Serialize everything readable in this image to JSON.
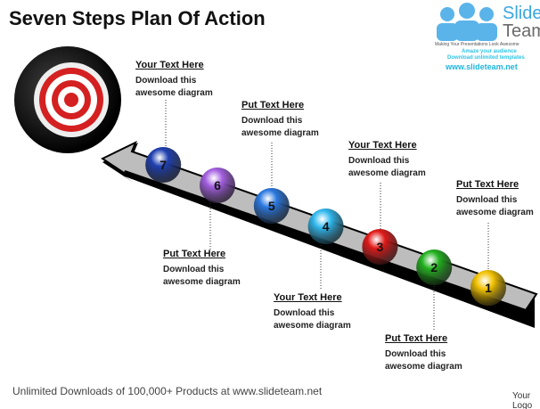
{
  "title": "Seven Steps Plan Of Action",
  "logo": {
    "line1": "Slide",
    "line2": "Team",
    "tagline": "Making Your Presentations Look Awesome",
    "promo1": "Amaze your audience",
    "promo2": "Download unlimited templates",
    "url": "www.slideteam.net"
  },
  "steps": [
    {
      "number": "1",
      "color": "#f2c200",
      "heading": "Put Text Here",
      "desc1": "Download this",
      "desc2": "awesome diagram"
    },
    {
      "number": "2",
      "color": "#22b11e",
      "heading": "Put Text Here",
      "desc1": "Download this",
      "desc2": "awesome diagram"
    },
    {
      "number": "3",
      "color": "#e01818",
      "heading": "Your Text Here",
      "desc1": "Download this",
      "desc2": "awesome diagram"
    },
    {
      "number": "4",
      "color": "#2fb8ee",
      "heading": "Your Text Here",
      "desc1": "Download this",
      "desc2": "awesome diagram"
    },
    {
      "number": "5",
      "color": "#2a78e0",
      "heading": "Put Text Here",
      "desc1": "Download this",
      "desc2": "awesome diagram"
    },
    {
      "number": "6",
      "color": "#a35ee0",
      "heading": "Put Text Here",
      "desc1": "Download this",
      "desc2": "awesome diagram"
    },
    {
      "number": "7",
      "color": "#1e3fb0",
      "heading": "Your Text Here",
      "desc1": "Download this",
      "desc2": "awesome diagram"
    }
  ],
  "footer": "Unlimited Downloads of 100,000+ Products at www.slideteam.net",
  "your_logo": "Your Logo"
}
